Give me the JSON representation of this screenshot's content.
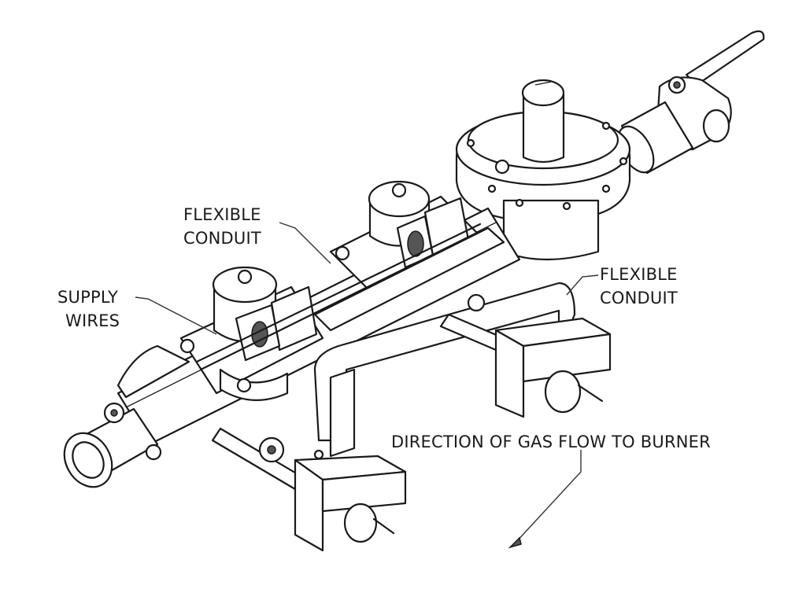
{
  "labels": {
    "flexible_conduit_upper": [
      "FLEXIBLE",
      "CONDUIT"
    ],
    "flexible_conduit_right": [
      "FLEXIBLE",
      "CONDUIT"
    ],
    "supply_wires": [
      "SUPPLY",
      "WIRES"
    ],
    "direction": "DIRECTION OF GAS FLOW TO BURNER"
  }
}
